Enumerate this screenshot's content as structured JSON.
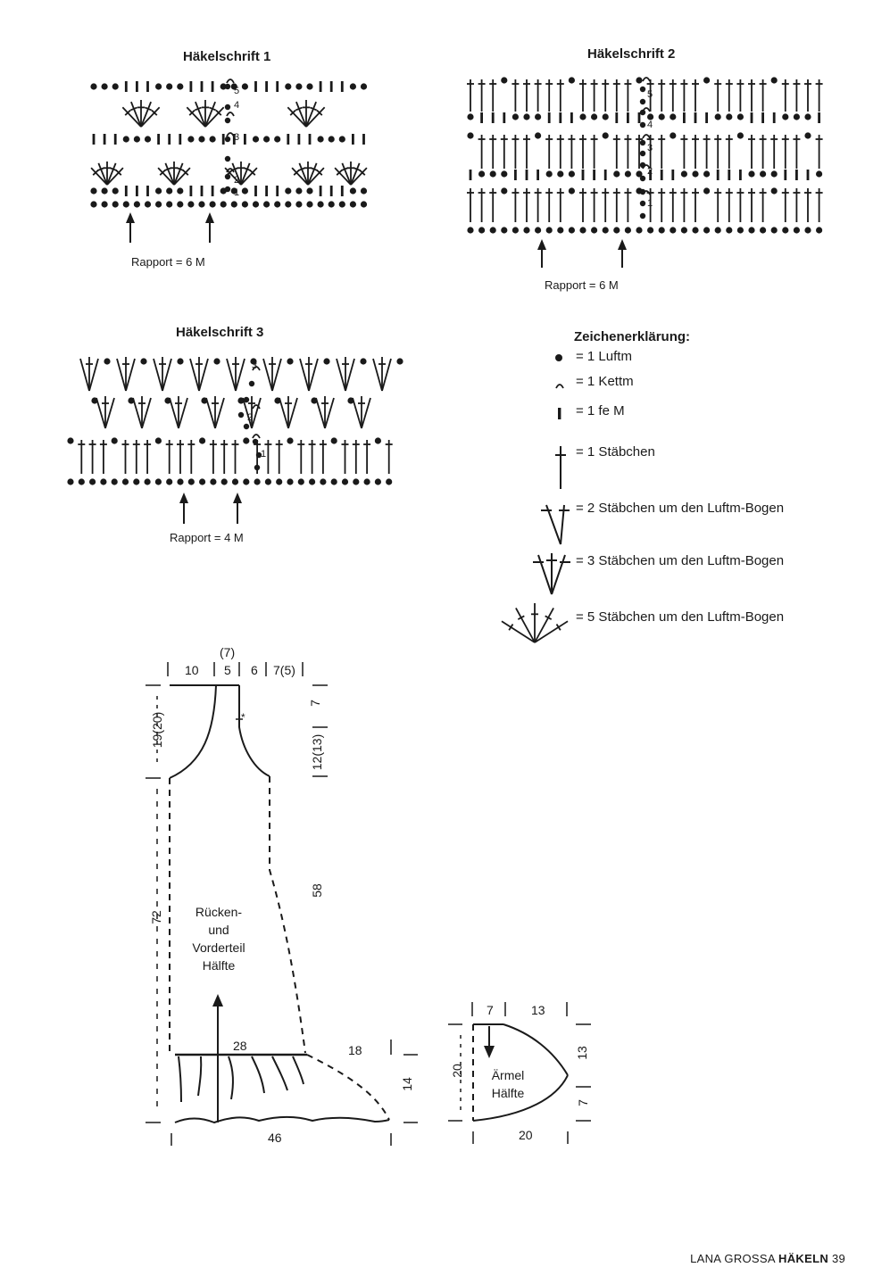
{
  "charts": {
    "chart1": {
      "title": "Häkelschrift 1",
      "rapport": "Rapport = 6 M",
      "row_numbers": [
        "1",
        "2",
        "3",
        "4",
        "5"
      ]
    },
    "chart2": {
      "title": "Häkelschrift 2",
      "rapport": "Rapport = 6 M",
      "row_numbers": [
        "1",
        "2",
        "3",
        "4",
        "5"
      ]
    },
    "chart3": {
      "title": "Häkelschrift 3",
      "rapport": "Rapport = 4 M",
      "row_numbers": [
        "1",
        "2",
        "3"
      ]
    }
  },
  "legend": {
    "title": "Zeichenerklärung:",
    "items": [
      {
        "symbol": "chain-dot",
        "text": "= 1 Luftm"
      },
      {
        "symbol": "slip-stitch-arc",
        "text": "= 1 Kettm"
      },
      {
        "symbol": "single-crochet-bar",
        "text": "= 1 fe M"
      },
      {
        "symbol": "double-crochet",
        "text": "= 1 Stäbchen"
      },
      {
        "symbol": "two-dc-group",
        "text": "= 2 Stäbchen um den Luftm-Bogen"
      },
      {
        "symbol": "three-dc-group",
        "text": "= 3 Stäbchen um den Luftm-Bogen"
      },
      {
        "symbol": "five-dc-fan",
        "text": "= 5 Stäbchen um den Luftm-Bogen"
      }
    ]
  },
  "body_schematic": {
    "label": [
      "Rücken-",
      "und",
      "Vorderteil",
      "Hälfte"
    ],
    "top_dims": {
      "neck_extra": "(7)",
      "a": "10",
      "b": "5",
      "c": "6",
      "d": "7(5)"
    },
    "left_dims": {
      "upper": "19(20)",
      "main": "72"
    },
    "right_dims": {
      "top": "7",
      "armhole": "12(13)",
      "side": "58"
    },
    "hem_width": "28",
    "ruffle_width": "18",
    "ruffle_height": "14",
    "bottom_width": "46",
    "star": "*"
  },
  "sleeve_schematic": {
    "label": [
      "Ärmel",
      "Hälfte"
    ],
    "top_a": "7",
    "top_b": "13",
    "left": "20",
    "right_top": "13",
    "right_bottom": "7",
    "bottom": "20"
  },
  "footer": {
    "brand": "LANA GROSSA",
    "magazine": "HÄKELN",
    "page": "39"
  }
}
